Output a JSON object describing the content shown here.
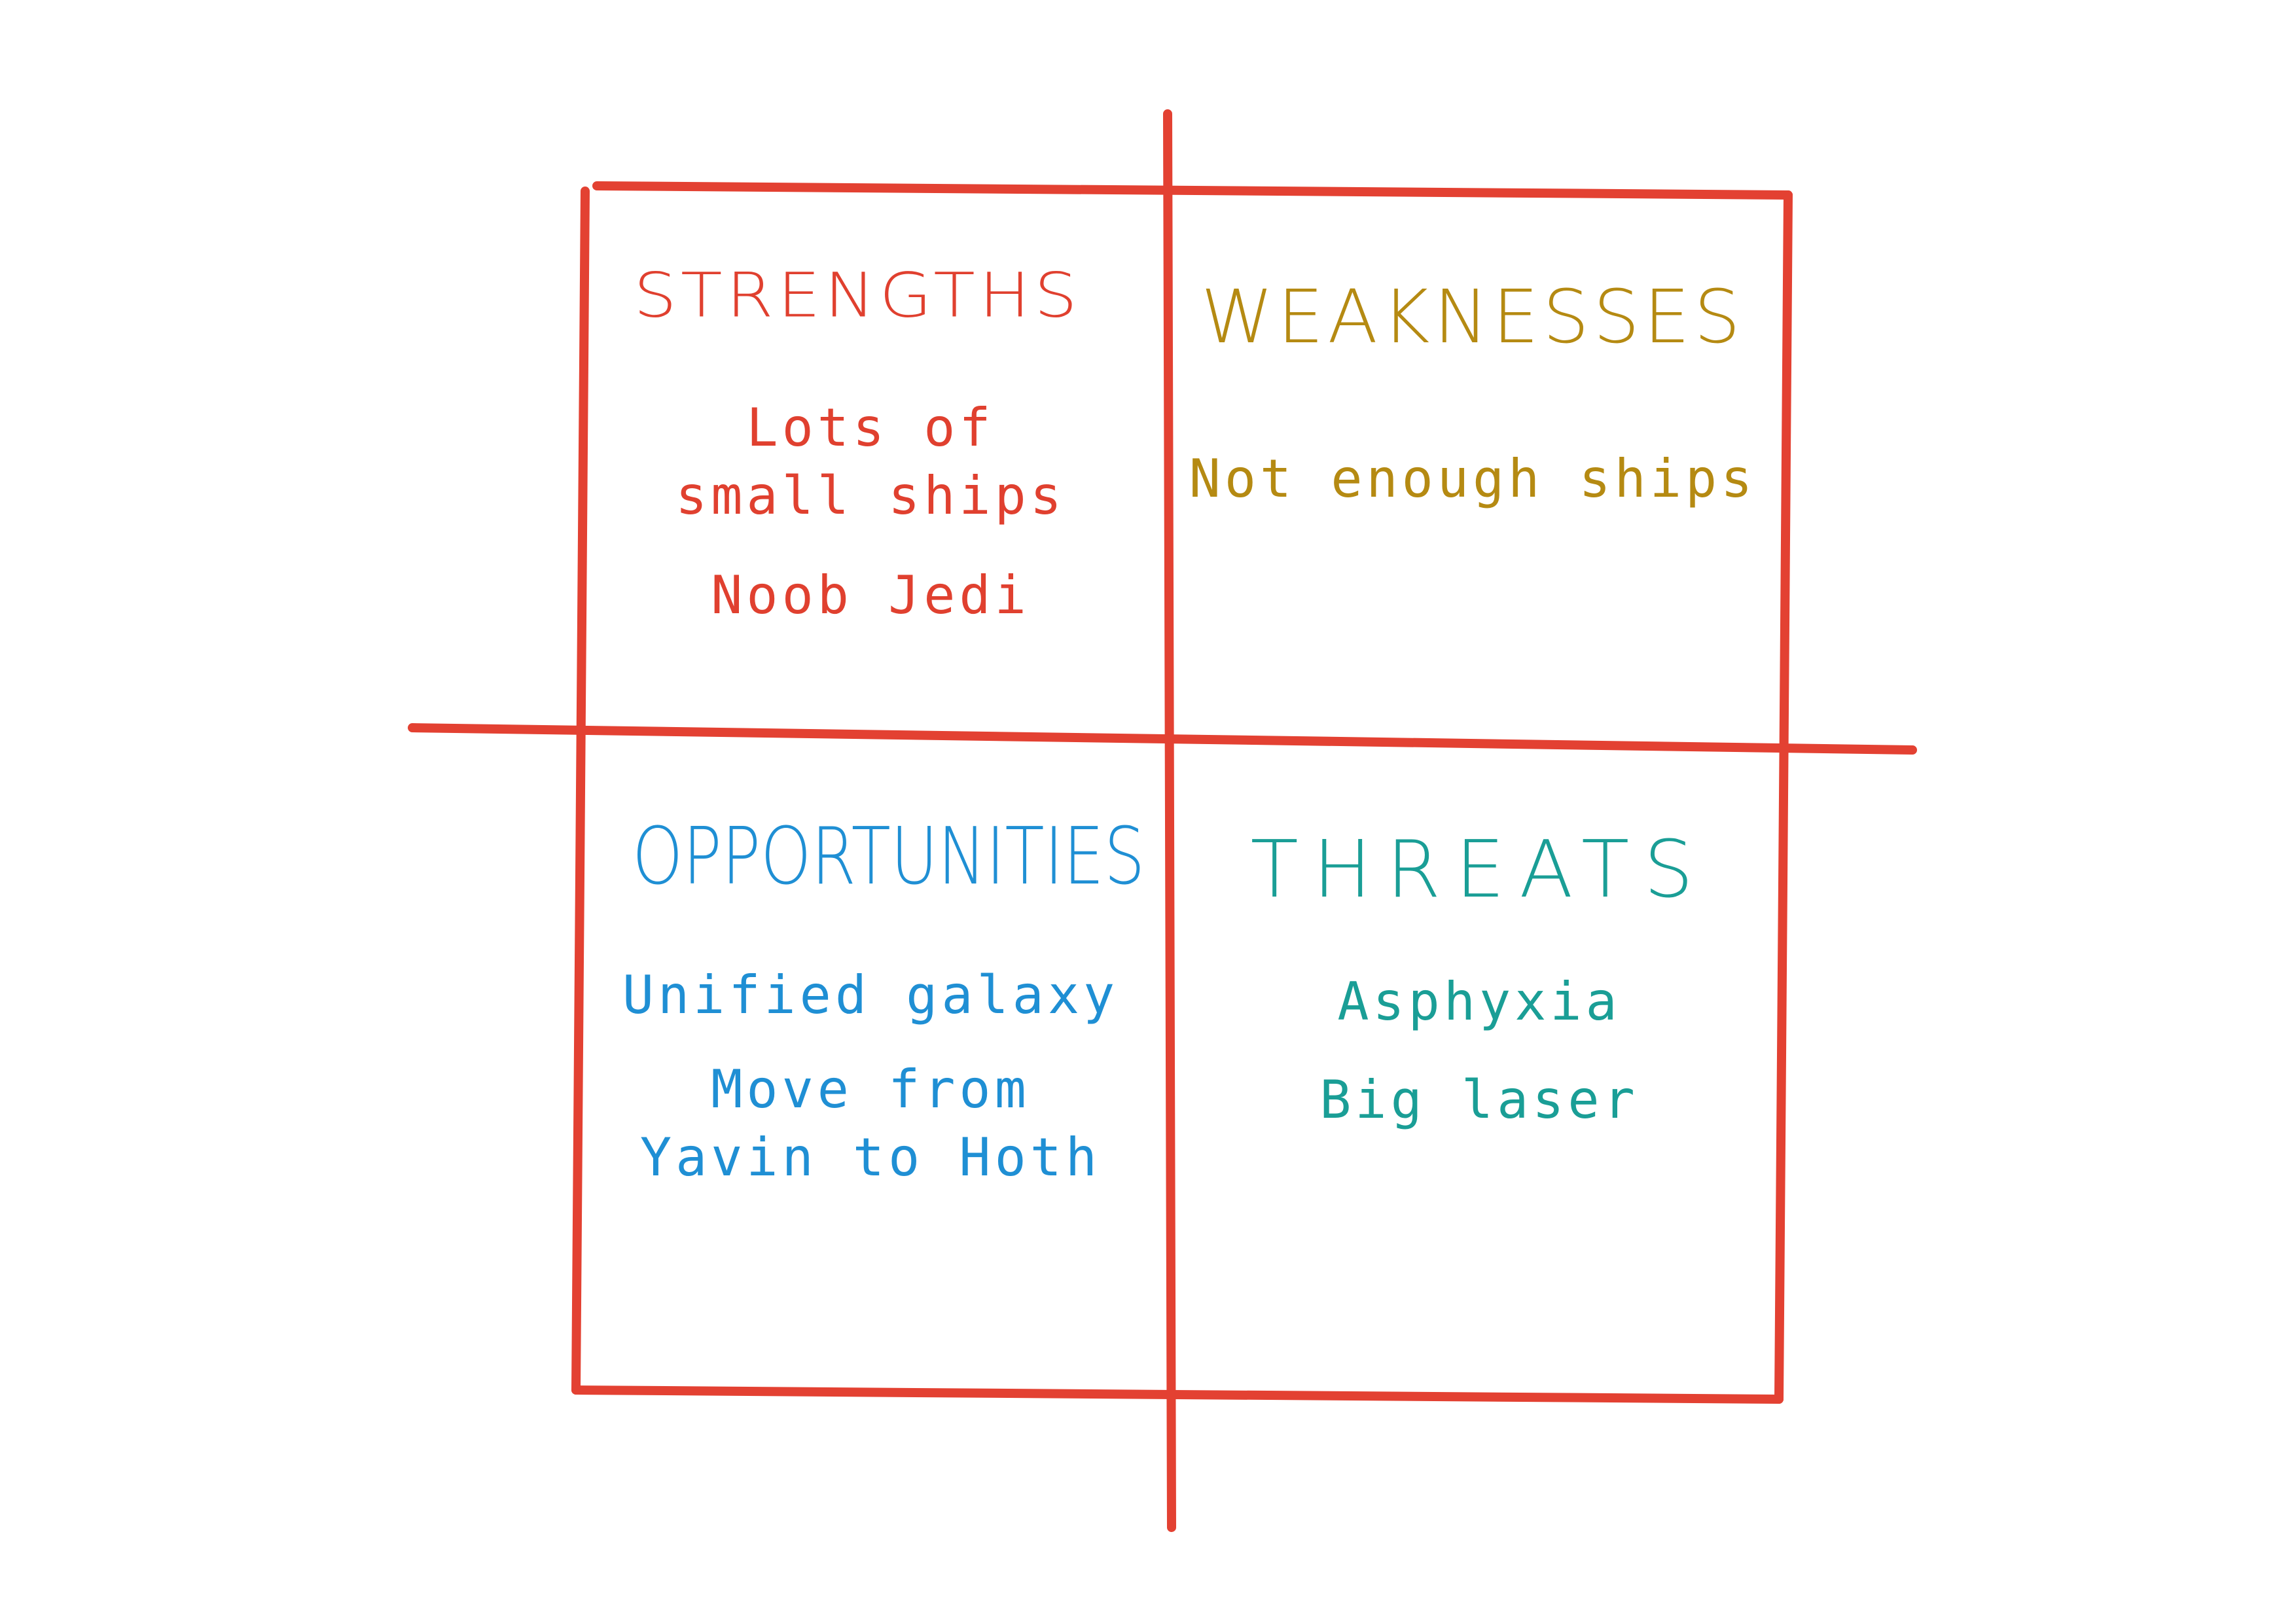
{
  "colors": {
    "grid": "#e34132",
    "strengths": "#e0402f",
    "weaknesses": "#b58a12",
    "opportunities": "#1f8fd4",
    "threats": "#1a9e96"
  },
  "quadrants": {
    "strengths": {
      "title": "STRENGTHS",
      "items": [
        "Lots of small ships",
        "Noob Jedi"
      ]
    },
    "weaknesses": {
      "title": "WEAKNESSES",
      "items": [
        "Not enough ships"
      ]
    },
    "opportunities": {
      "title": "OPPORTUNITIES",
      "items": [
        "Unified galaxy",
        "Move from Yavin to Hoth"
      ]
    },
    "threats": {
      "title": "THREATS",
      "items": [
        "Asphyxia",
        "Big laser"
      ]
    }
  }
}
